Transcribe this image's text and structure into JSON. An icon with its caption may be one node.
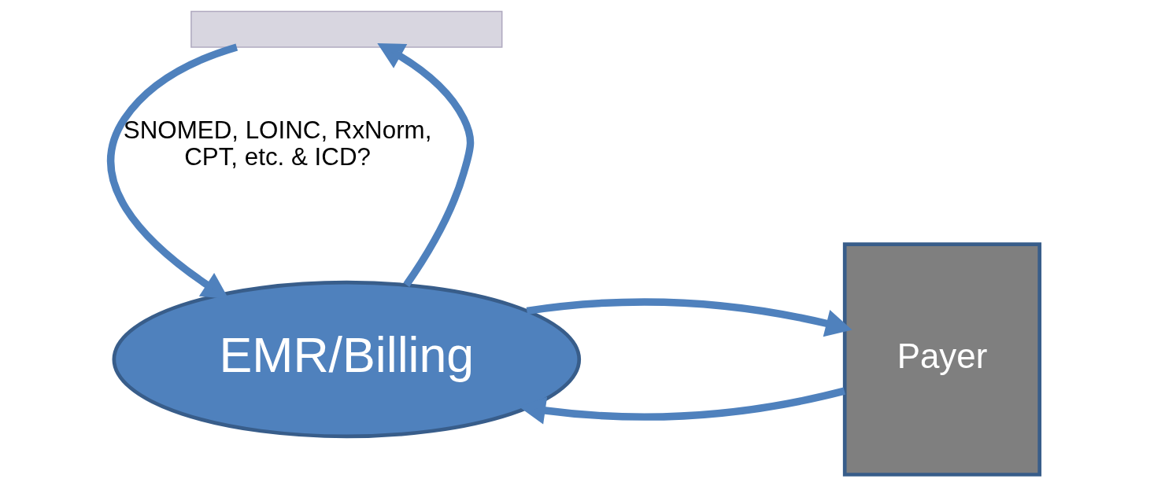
{
  "diagram": {
    "nodes": [
      {
        "text": [],
        "shape": "box"
      },
      {
        "text": [
          "EMR/Billing"
        ]
      },
      {
        "text": [
          "Payer"
        ]
      }
    ],
    "edges": [
      {
        "from": 1,
        "to": 0,
        "arrow": "to"
      },
      {
        "from": 0,
        "to": 1,
        "arrow": "to",
        "label": "SNOMED, LOINC, RxNorm, CPT, etc. & ICD?"
      },
      {
        "from": 2,
        "to": 1,
        "arrow": "to"
      },
      {
        "from": 1,
        "to": 2,
        "arrow": "to"
      }
    ]
  }
}
